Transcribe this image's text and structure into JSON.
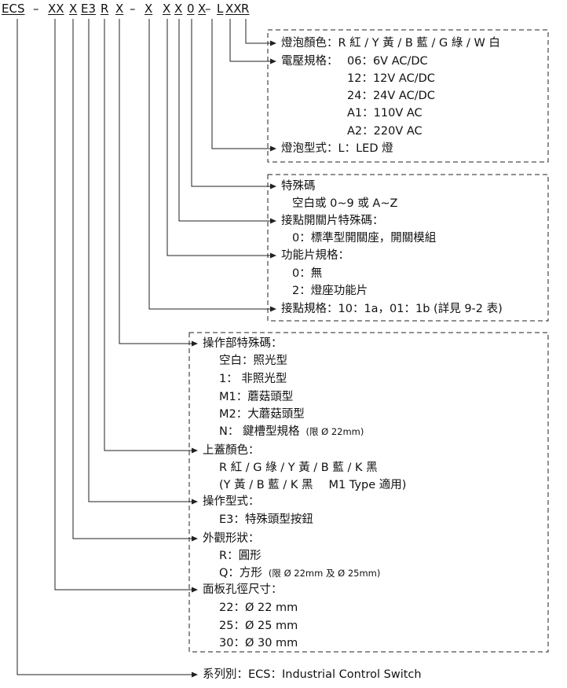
{
  "code": {
    "prefix": "ECS",
    "dash1": "–",
    "panel_hole": "XX",
    "shape": "X",
    "op_type": "E3",
    "cap_color": "R",
    "op_special": "X",
    "dash2": "–",
    "contact": "X",
    "function_piece": "X",
    "contact_special": "X",
    "special": "0",
    "special2": "X",
    "dash3": "–",
    "bulb_type": "L",
    "voltage": "XX",
    "bulb_color": "R"
  },
  "bulb_color": {
    "title": "燈泡顏色：R 紅 / Y 黃 / B 藍 / G 綠 / W 白"
  },
  "voltage": {
    "title": "電壓規格：",
    "options": [
      "06：6V AC/DC",
      "12：12V AC/DC",
      "24：24V AC/DC",
      "A1：110V AC",
      "A2：220V AC"
    ]
  },
  "bulb_type": {
    "title": "燈泡型式：L：LED 燈"
  },
  "special_code": {
    "title": "特殊碼",
    "value": "空白或 0~9 或 A~Z"
  },
  "contact_special": {
    "title": "接點開關片特殊碼：",
    "value": "0：標準型開關座，開關模組"
  },
  "function_piece": {
    "title": "功能片規格：",
    "options": [
      "0：無",
      "2：燈座功能片"
    ]
  },
  "contact": {
    "title": "接點規格：10：1a，01：1b (詳見 9-2 表)"
  },
  "op_special": {
    "title": "操作部特殊碼：",
    "options": [
      "空白：照光型",
      "1：  非照光型",
      "M1：蘑菇頭型",
      "M2：大蘑菇頭型"
    ],
    "n_main": "N：  鍵槽型規格",
    "n_note": "(限 Ø 22mm)"
  },
  "cap_color": {
    "title": "上蓋顏色：",
    "options": [
      "R 紅 / G 綠 / Y 黃 / B 藍 / K 黑"
    ],
    "note_main": "(Y 黃 / B 藍 / K 黑",
    "note_tail": "M1 Type  適用)"
  },
  "op_type": {
    "title": "操作型式：",
    "value": "E3：特殊頭型按鈕"
  },
  "shape": {
    "title": "外觀形狀：",
    "r": "R：圓形",
    "q_main": "Q：方形",
    "q_note": "(限 Ø 22mm 及 Ø 25mm)"
  },
  "panel_hole": {
    "title": "面板孔徑尺寸：",
    "options": [
      "22：Ø 22 mm",
      "25：Ø 25 mm",
      "30：Ø 30 mm"
    ]
  },
  "series": {
    "title": "系列別：ECS：Industrial Control Switch"
  }
}
